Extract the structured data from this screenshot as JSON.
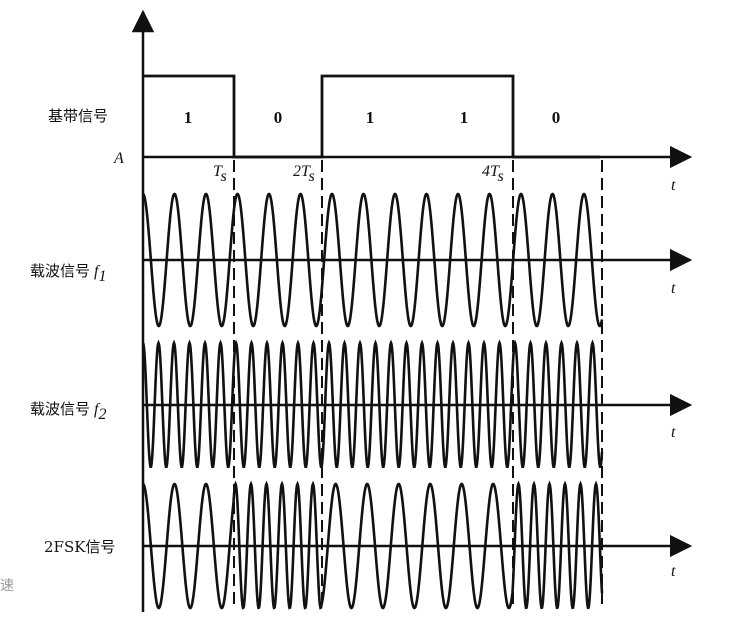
{
  "labels": {
    "baseband": "基带信号",
    "amplitude": "A",
    "carrier1_prefix": "载波信号",
    "carrier1_sym": "f",
    "carrier1_sub": "1",
    "carrier2_prefix": "载波信号",
    "carrier2_sym": "f",
    "carrier2_sub": "2",
    "fsk": "2FSK信号",
    "axis_t": "t"
  },
  "ticks": [
    {
      "pre": "",
      "sym": "T",
      "sub": "s"
    },
    {
      "pre": "2",
      "sym": "T",
      "sub": "s"
    },
    {
      "pre": "4",
      "sym": "T",
      "sub": "s"
    }
  ],
  "bits": [
    "1",
    "0",
    "1",
    "1",
    "0"
  ],
  "watermark": "速"
}
